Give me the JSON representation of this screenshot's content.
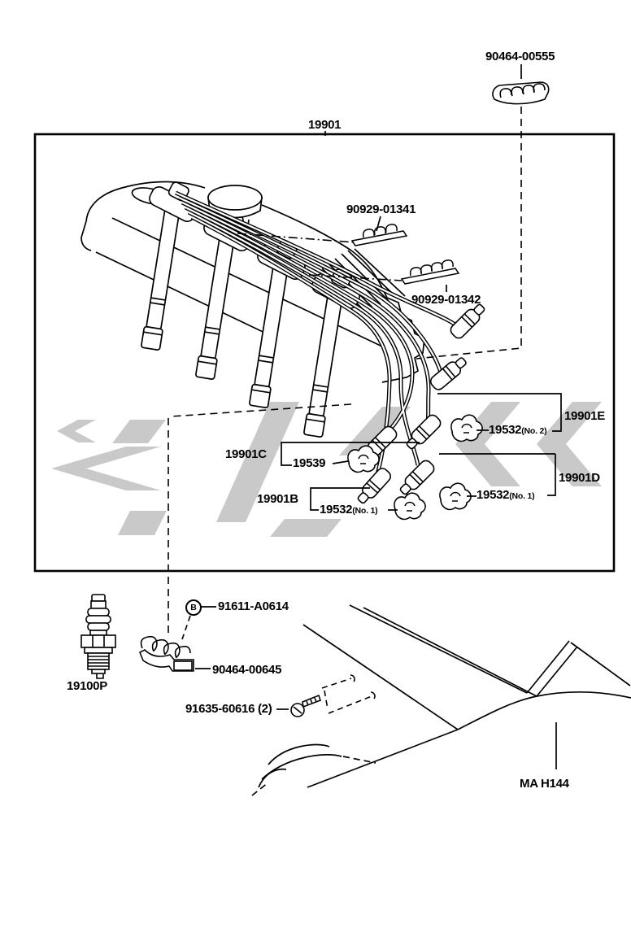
{
  "page": {
    "footer_code": "MA H144"
  },
  "diagram": {
    "assembly": "19901",
    "parts": {
      "cord_clamp_upper": "90464-00555",
      "wire_clamp_1": "90929-01341",
      "wire_clamp_2": "90929-01342",
      "cable_e": "19901E",
      "cable_d": "19901D",
      "cable_c": "19901C",
      "cable_b": "19901B",
      "grommet_no2": {
        "num": "19532",
        "pos": "(No. 2)"
      },
      "grommet_no1": {
        "num": "19532",
        "pos": "(No. 1)"
      },
      "grommet_mid": "19539",
      "spark_plug": "19100P",
      "bolt_marker": "B",
      "bolt": "91611-A0614",
      "cord_holder": "90464-00645",
      "screw": "91635-60616 (2)"
    }
  }
}
